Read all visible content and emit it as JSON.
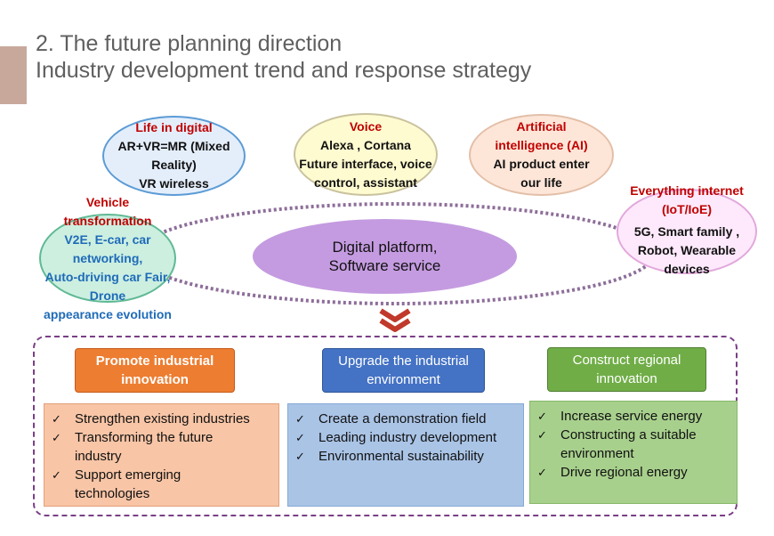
{
  "title": {
    "line1": "2. The future planning direction",
    "line2": "Industry development trend and response strategy"
  },
  "colors": {
    "accent": "#c9a89c",
    "heading_red": "#c00000",
    "ring": "#8d6e99",
    "panel_border": "#7a3f86",
    "chevron": "#c0392b"
  },
  "bubbles": {
    "life": {
      "heading": "Life in digital",
      "body": "AR+VR=MR (Mixed Reality)\nVR wireless"
    },
    "voice": {
      "heading": "Voice",
      "body": "Alexa , Cortana\nFuture interface,  voice\ncontrol, assistant"
    },
    "ai": {
      "heading": "Artificial\nintelligence (AI)",
      "body": "AI product enter\nour life"
    },
    "iot": {
      "heading": "Everything internet\n(IoT/IoE)",
      "body": "5G, Smart family ,\nRobot, Wearable\ndevices"
    },
    "vehicle": {
      "heading": "Vehicle transformation",
      "body": "V2E, E-car, car networking,\nAuto-driving car Fair, Drone\nappearance evolution"
    }
  },
  "platform": {
    "line1": "Digital platform,",
    "line2": "Software service"
  },
  "strategies": [
    {
      "header": "Promote industrial\ninnovation",
      "items": [
        "Strengthen existing industries",
        "Transforming the future\nindustry",
        "Support emerging\ntechnologies"
      ]
    },
    {
      "header": "Upgrade the industrial\nenvironment",
      "items": [
        "Create a demonstration field",
        "Leading industry development",
        "Environmental sustainability"
      ]
    },
    {
      "header": "Construct regional\ninnovation",
      "items": [
        "Increase service energy",
        "Constructing a suitable\nenvironment",
        "Drive regional energy"
      ]
    }
  ]
}
